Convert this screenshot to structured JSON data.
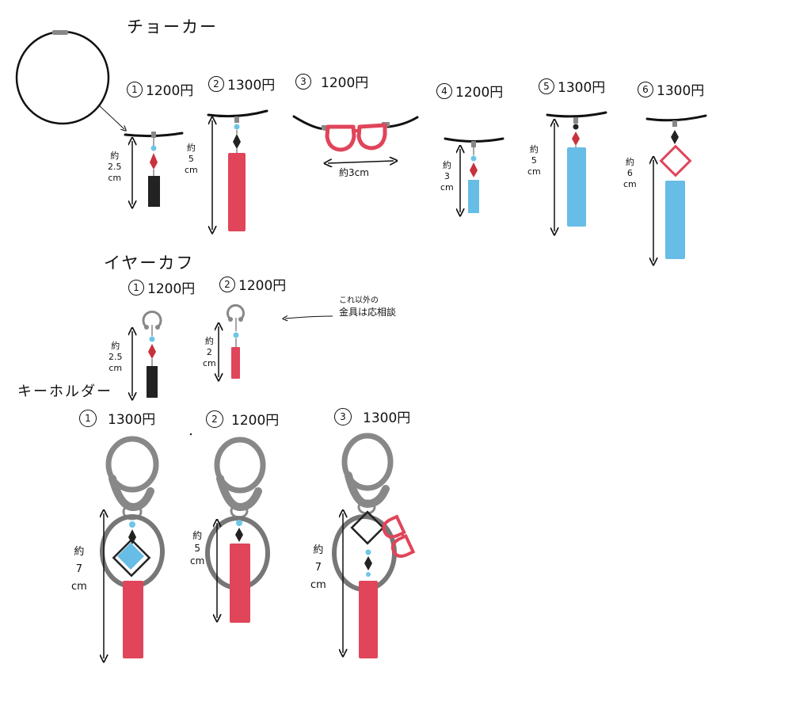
{
  "sections": {
    "choker": "チョーカー",
    "earcuff": "イヤーカフ",
    "keyholder": "キーホルダー"
  },
  "choker_items": [
    {
      "num": "1",
      "price": "1200円",
      "measure_prefix": "約",
      "measure_value": "2.5",
      "measure_unit": "cm"
    },
    {
      "num": "2",
      "price": "1300円",
      "measure_prefix": "約",
      "measure_value": "5",
      "measure_unit": "cm"
    },
    {
      "num": "3",
      "price": "1200円",
      "measure_text": "約3cm"
    },
    {
      "num": "4",
      "price": "1200円",
      "measure_prefix": "約",
      "measure_value": "3",
      "measure_unit": "cm"
    },
    {
      "num": "5",
      "price": "1300円",
      "measure_prefix": "約",
      "measure_value": "5",
      "measure_unit": "cm"
    },
    {
      "num": "6",
      "price": "1300円",
      "measure_prefix": "約",
      "measure_value": "6",
      "measure_unit": "cm"
    }
  ],
  "earcuff_items": [
    {
      "num": "1",
      "price": "1200円",
      "measure_prefix": "約",
      "measure_value": "2.5",
      "measure_unit": "cm"
    },
    {
      "num": "2",
      "price": "1200円",
      "measure_prefix": "約",
      "measure_value": "2",
      "measure_unit": "cm"
    }
  ],
  "earcuff_note": {
    "line1": "これ以外の",
    "line2": "金具は応相談"
  },
  "keyholder_items": [
    {
      "num": "1",
      "price": "1300円",
      "measure_prefix": "約",
      "measure_value": "7",
      "measure_unit": "cm"
    },
    {
      "num": "2",
      "price": "1200円",
      "measure_prefix": "約",
      "measure_value": "5",
      "measure_unit": "cm"
    },
    {
      "num": "3",
      "price": "1300円",
      "measure_prefix": "約",
      "measure_value": "7",
      "measure_unit": "cm"
    }
  ],
  "colors": {
    "red": "#e0455a",
    "blue": "#68bde6",
    "black": "#222222",
    "metal": "#8a8a8a",
    "bead_red": "#c8323c",
    "bead_blue": "#6ec5e8"
  }
}
